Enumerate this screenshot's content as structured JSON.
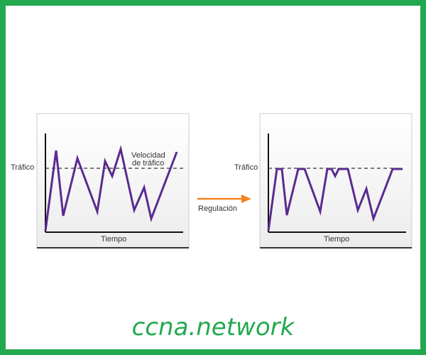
{
  "left_chart": {
    "y_label": "Tráfico",
    "x_label": "Tiempo",
    "threshold_label_line1": "Velocidad",
    "threshold_label_line2": "de tráfico"
  },
  "arrow": {
    "label": "Regulación",
    "color": "#f58220"
  },
  "right_chart": {
    "y_label": "Tráfico",
    "x_label": "Tiempo"
  },
  "line_color": "#5b2a91",
  "brand": "ccna.network"
}
